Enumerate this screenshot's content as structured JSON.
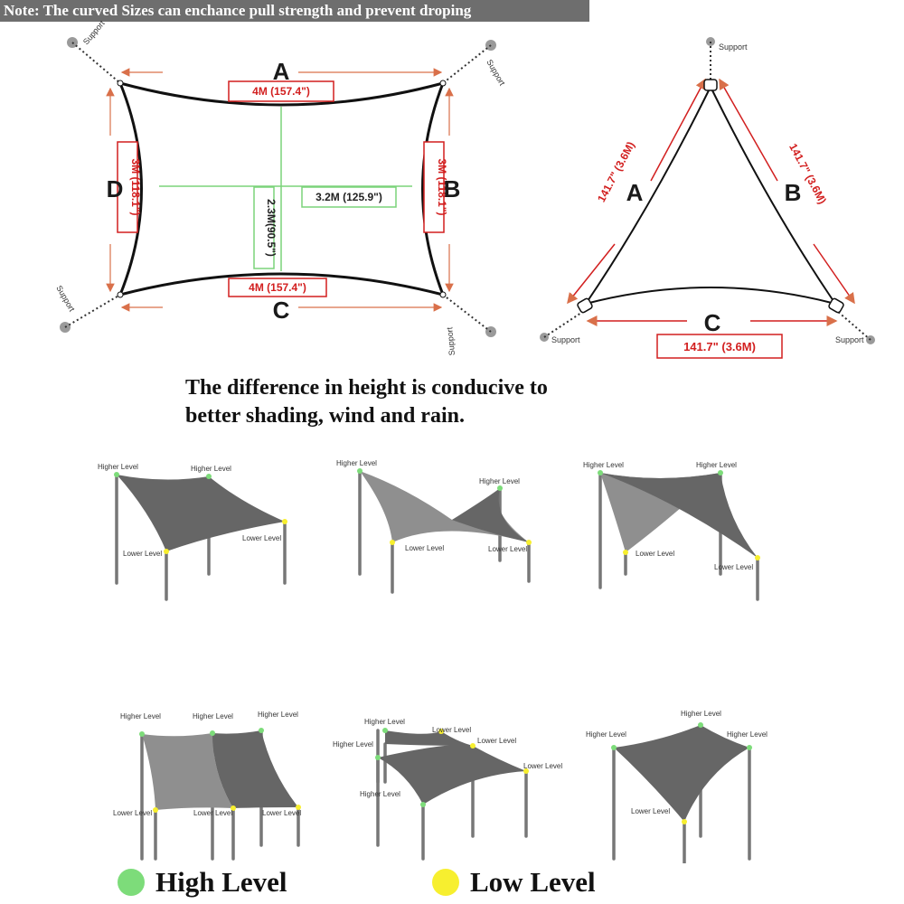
{
  "note": "Note:   The curved Sizes can enchance pull strength and prevent droping",
  "rect_diagram": {
    "side_a": "A",
    "side_b": "B",
    "side_c": "C",
    "side_d": "D",
    "top_length": "4M (157.4\")",
    "bottom_length": "4M (157.4\")",
    "left_length": "3M (118.1\")",
    "right_length": "3M (118.1\")",
    "inner_width": "3.2M (125.9\")",
    "inner_height": "2.3M(90.5\")",
    "support_label": "Support"
  },
  "tri_diagram": {
    "side_a": "A",
    "side_b": "B",
    "side_c": "C",
    "left_length": "141.7\" (3.6M)",
    "right_length": "141.7\" (3.6M)",
    "bottom_length": "141.7\" (3.6M)",
    "support_label": "Support"
  },
  "headline": {
    "line1": "The difference in height is conducive to",
    "line2": "better shading, wind and rain."
  },
  "level_labels": {
    "higher": "Higher Level",
    "lower": "Lower Level"
  },
  "legend": {
    "high_label": "High Level",
    "low_label": "Low Level",
    "high_color": "#7ddc7a",
    "low_color": "#f7ef2f"
  },
  "colors": {
    "measure_red": "#d21f1f",
    "measure_green": "#7bd37a",
    "shade_dark": "#666666",
    "shade_light": "#8f8f8f",
    "pole": "#777777"
  }
}
